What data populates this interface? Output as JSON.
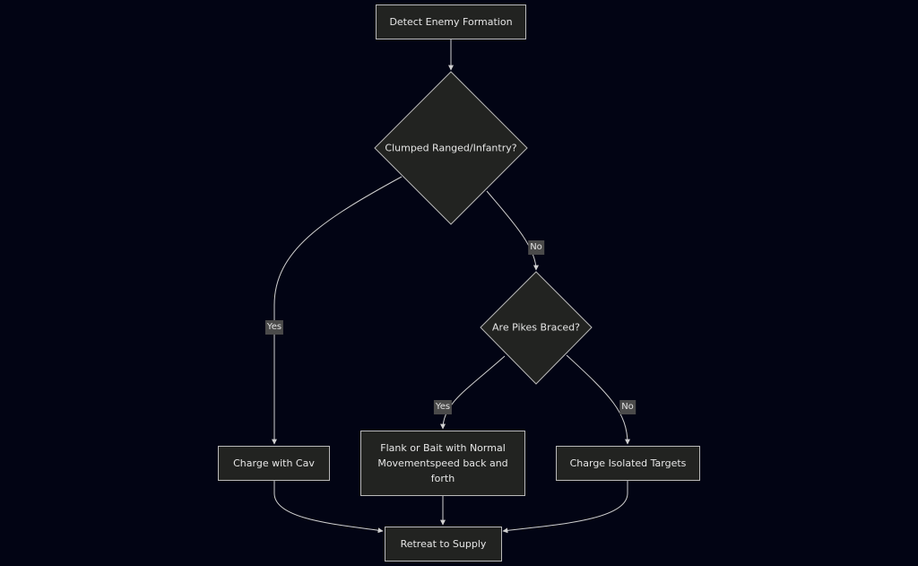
{
  "nodes": {
    "detect": "Detect Enemy Formation",
    "clumped": "Clumped Ranged/Infantry?",
    "pikes": "Are Pikes Braced?",
    "charge_cav": "Charge with Cav",
    "flank": "Flank or Bait with Normal Movementspeed back and forth",
    "charge_isolated": "Charge Isolated Targets",
    "retreat": "Retreat to Supply"
  },
  "edge_labels": {
    "clumped_yes": "Yes",
    "clumped_no": "No",
    "pikes_yes": "Yes",
    "pikes_no": "No"
  },
  "colors": {
    "background": "#020414",
    "node_fill": "#222321",
    "node_border": "#b9b9b9",
    "edge": "#d0d0d0",
    "edge_label_bg": "#4a4a4a"
  }
}
